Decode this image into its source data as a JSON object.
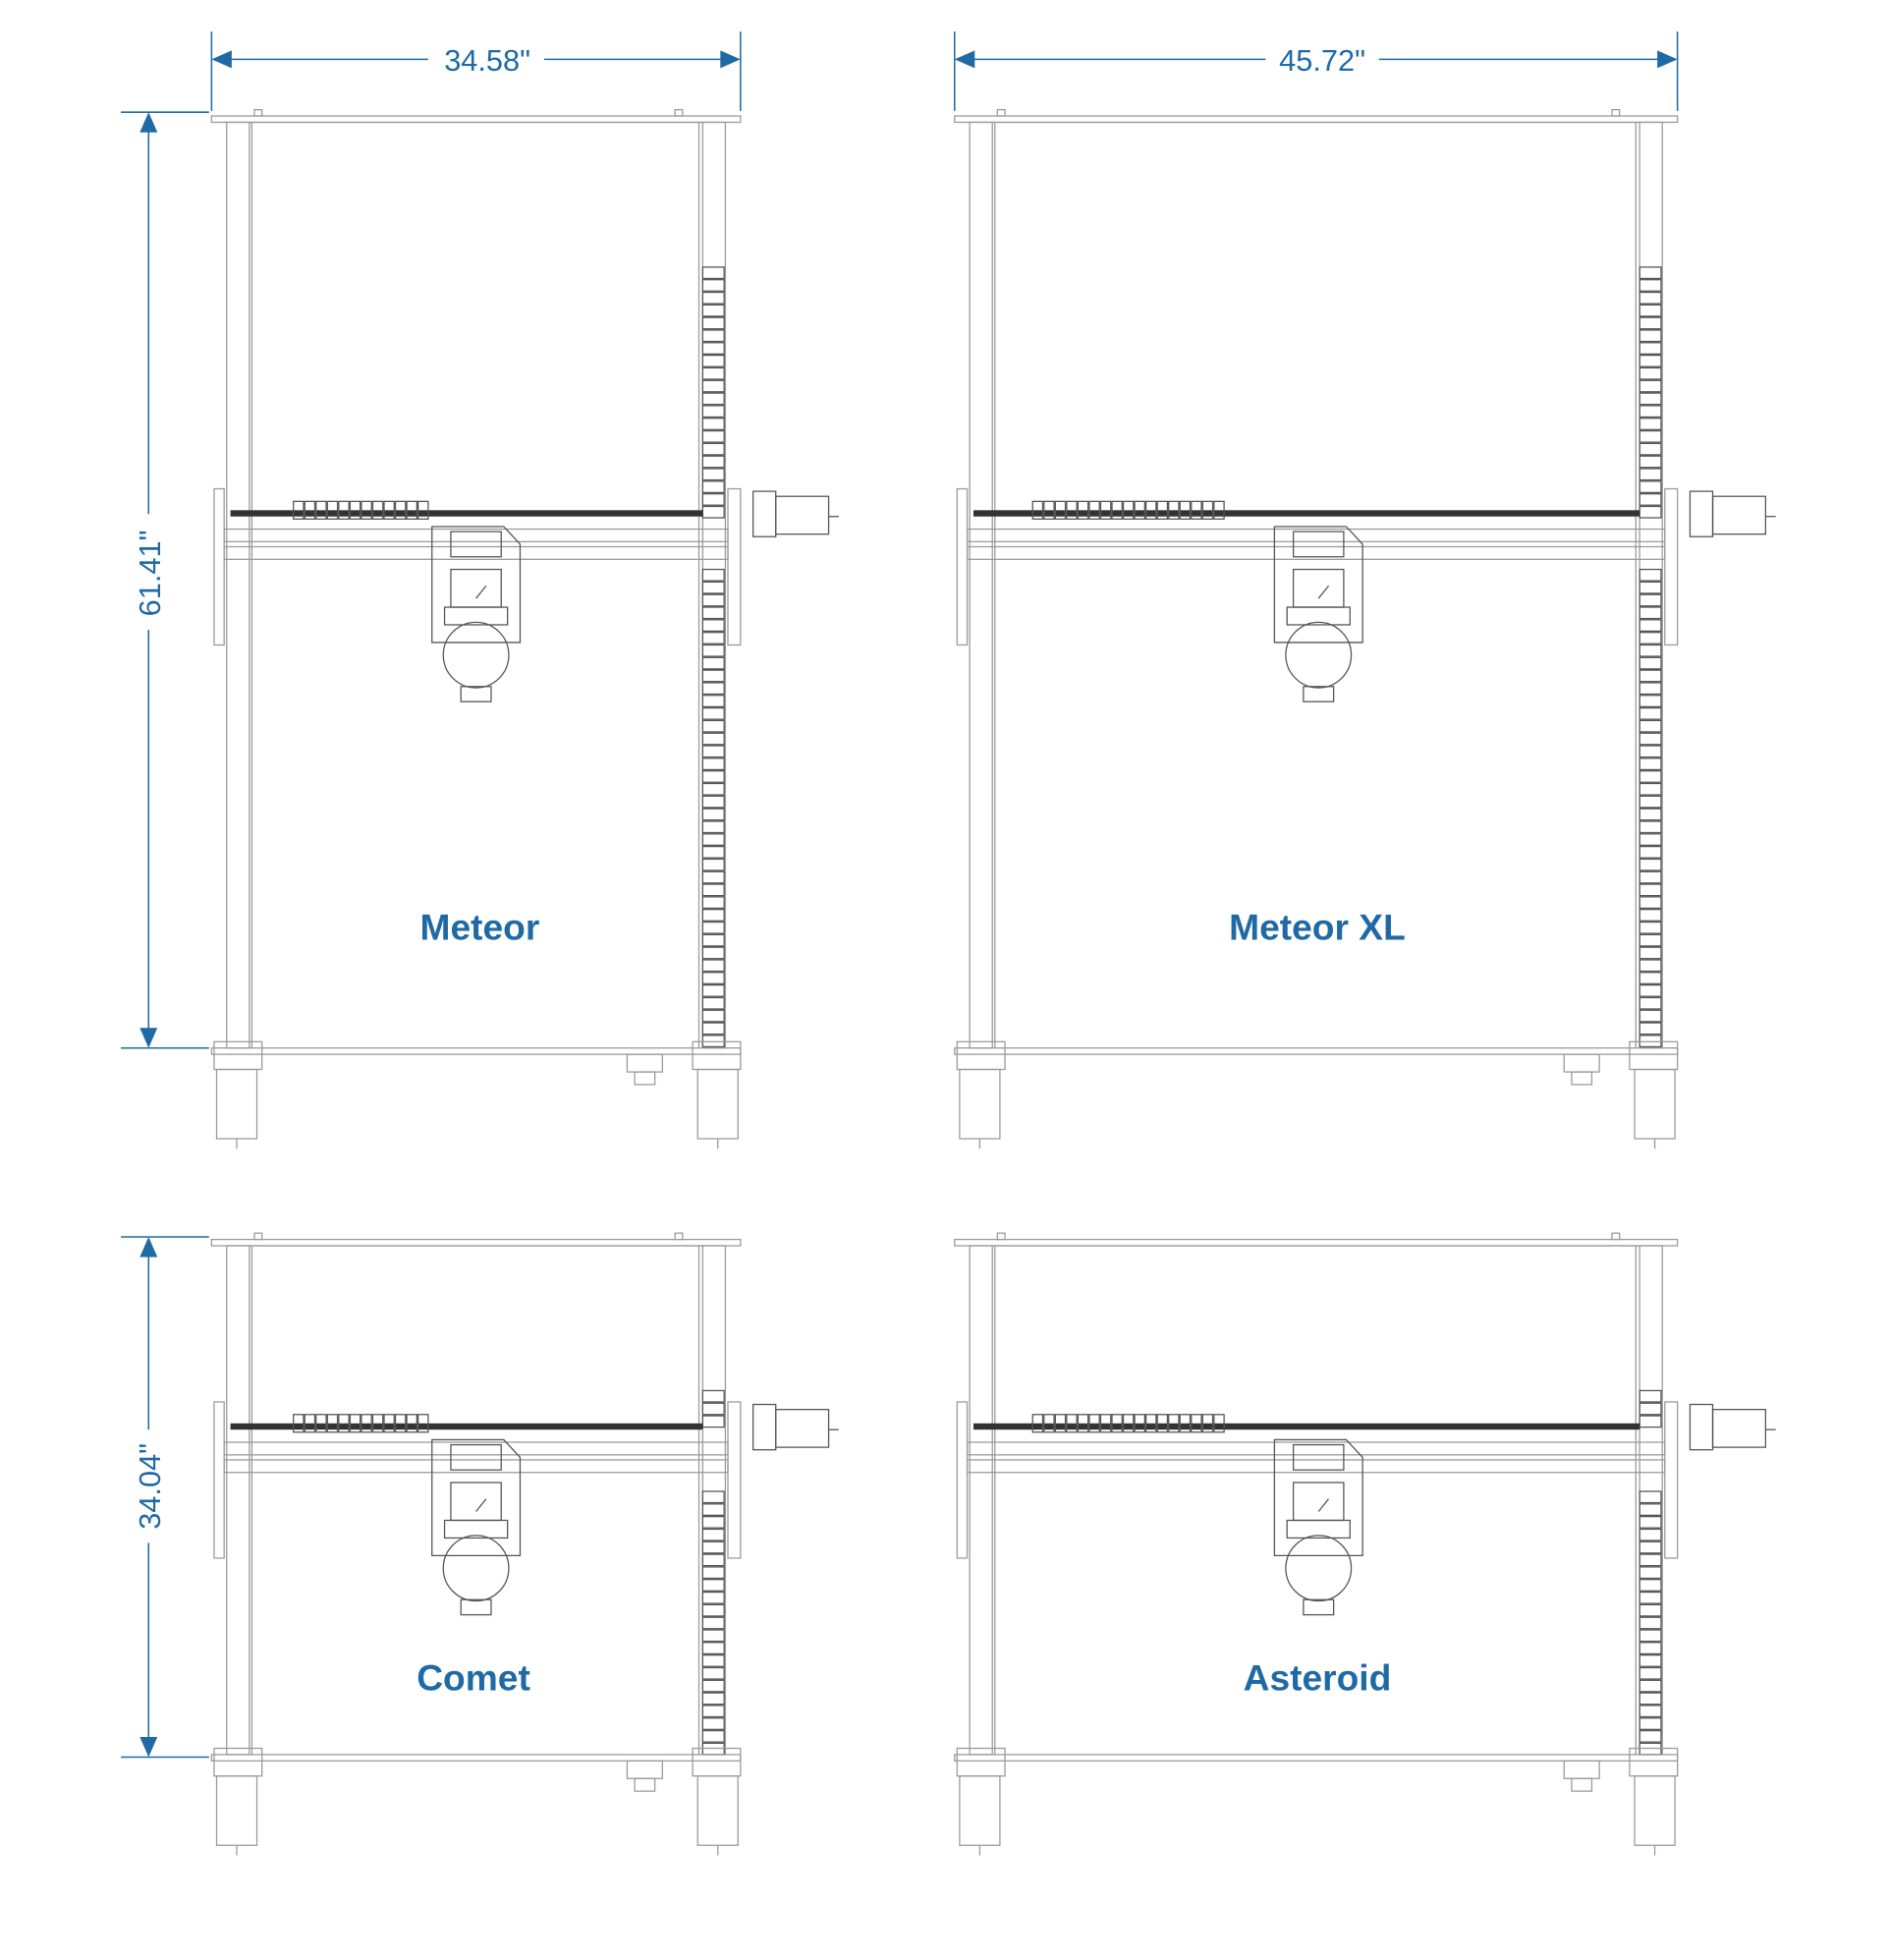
{
  "dimensions": {
    "meteor_width": "34.58\"",
    "meteor_xl_width": "45.72\"",
    "meteor_length": "61.41\"",
    "comet_length": "34.04\""
  },
  "machines": [
    {
      "name": "Meteor"
    },
    {
      "name": "Meteor XL"
    },
    {
      "name": "Comet"
    },
    {
      "name": "Asteroid"
    }
  ],
  "colors": {
    "dimension": "#1f6aa5",
    "line": "#9a9a9a"
  }
}
